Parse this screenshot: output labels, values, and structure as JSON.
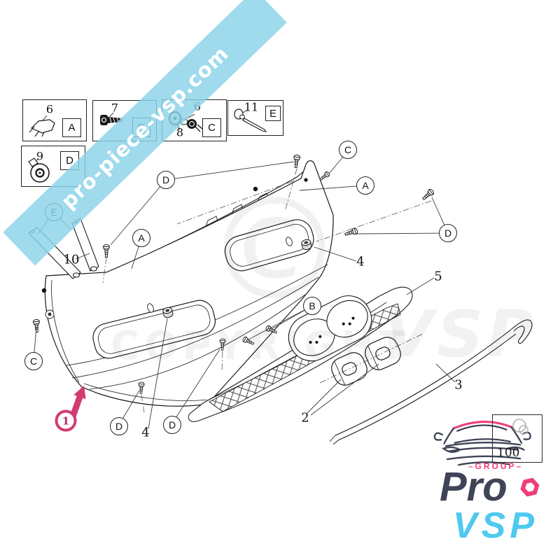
{
  "watermarks": {
    "diagonal": "pro-piece-vsp.com",
    "center_symbol": "©",
    "center_text": "COPYRIGHT",
    "center_brand": "VSP"
  },
  "legend": {
    "box_a": {
      "letter": "A",
      "part_number": "6",
      "icon": "clip-icon"
    },
    "box_b": {
      "letter": "B",
      "part_number": "7",
      "icon": "screw-icon"
    },
    "box_c": {
      "letter": "C",
      "part_number_top": "6",
      "part_number_bottom": "8",
      "icon": "grommet-and-screw-icon"
    },
    "box_e": {
      "letter": "E",
      "part_number": "11",
      "icon": "pin-rivet-icon"
    },
    "box_d": {
      "letter": "D",
      "part_number": "9",
      "icon": "push-clip-icon"
    }
  },
  "callouts": {
    "letters": [
      "D",
      "C",
      "A",
      "D",
      "A",
      "E",
      "B",
      "C",
      "D",
      "D"
    ]
  },
  "part_labels": {
    "one": "1",
    "two": "2",
    "three": "3",
    "four_right": "4",
    "four_bottom": "4",
    "five": "5",
    "ten": "10",
    "hundred": "100"
  },
  "logo": {
    "group": "–GROUP–",
    "pro": "Pro",
    "vsp": "VSP"
  },
  "colors": {
    "band": "#8bd3e9",
    "accent_pink": "#d23b72",
    "logo_dark": "#3f4457",
    "logo_blue": "#4ec9f0",
    "logo_pink": "#ef3e78"
  }
}
